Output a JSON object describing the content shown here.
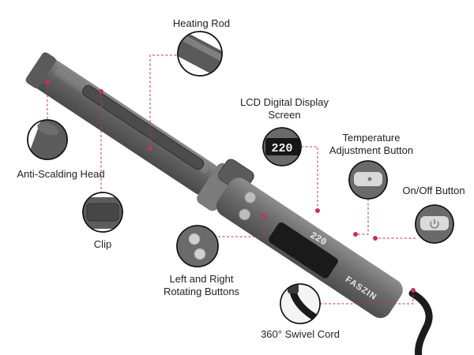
{
  "brand": "FASZIN",
  "display_value": "220",
  "accent_color": "#c2345a",
  "body_color": "#6e6e6e",
  "labels": {
    "heating_rod": "Heating Rod",
    "lcd_line1": "LCD Digital Display",
    "lcd_line2": "Screen",
    "temp_line1": "Temperature",
    "temp_line2": "Adjustment Button",
    "onoff": "On/Off Button",
    "anti_scalding": "Anti-Scalding Head",
    "clip": "Clip",
    "rotating_line1": "Left and Right",
    "rotating_line2": "Rotating Buttons",
    "swivel_cord": "360° Swivel Cord"
  }
}
